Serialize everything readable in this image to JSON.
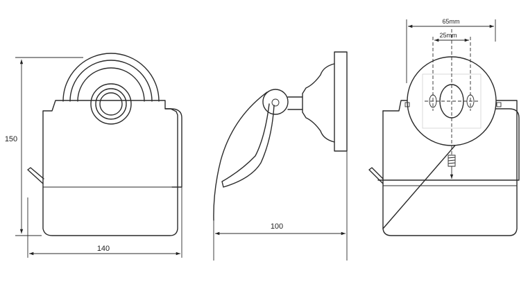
{
  "dimensions": {
    "height_front": "150",
    "width_front": "140",
    "depth_side": "100",
    "hole_spacing": "65mm",
    "slot_spacing": "25mm"
  }
}
